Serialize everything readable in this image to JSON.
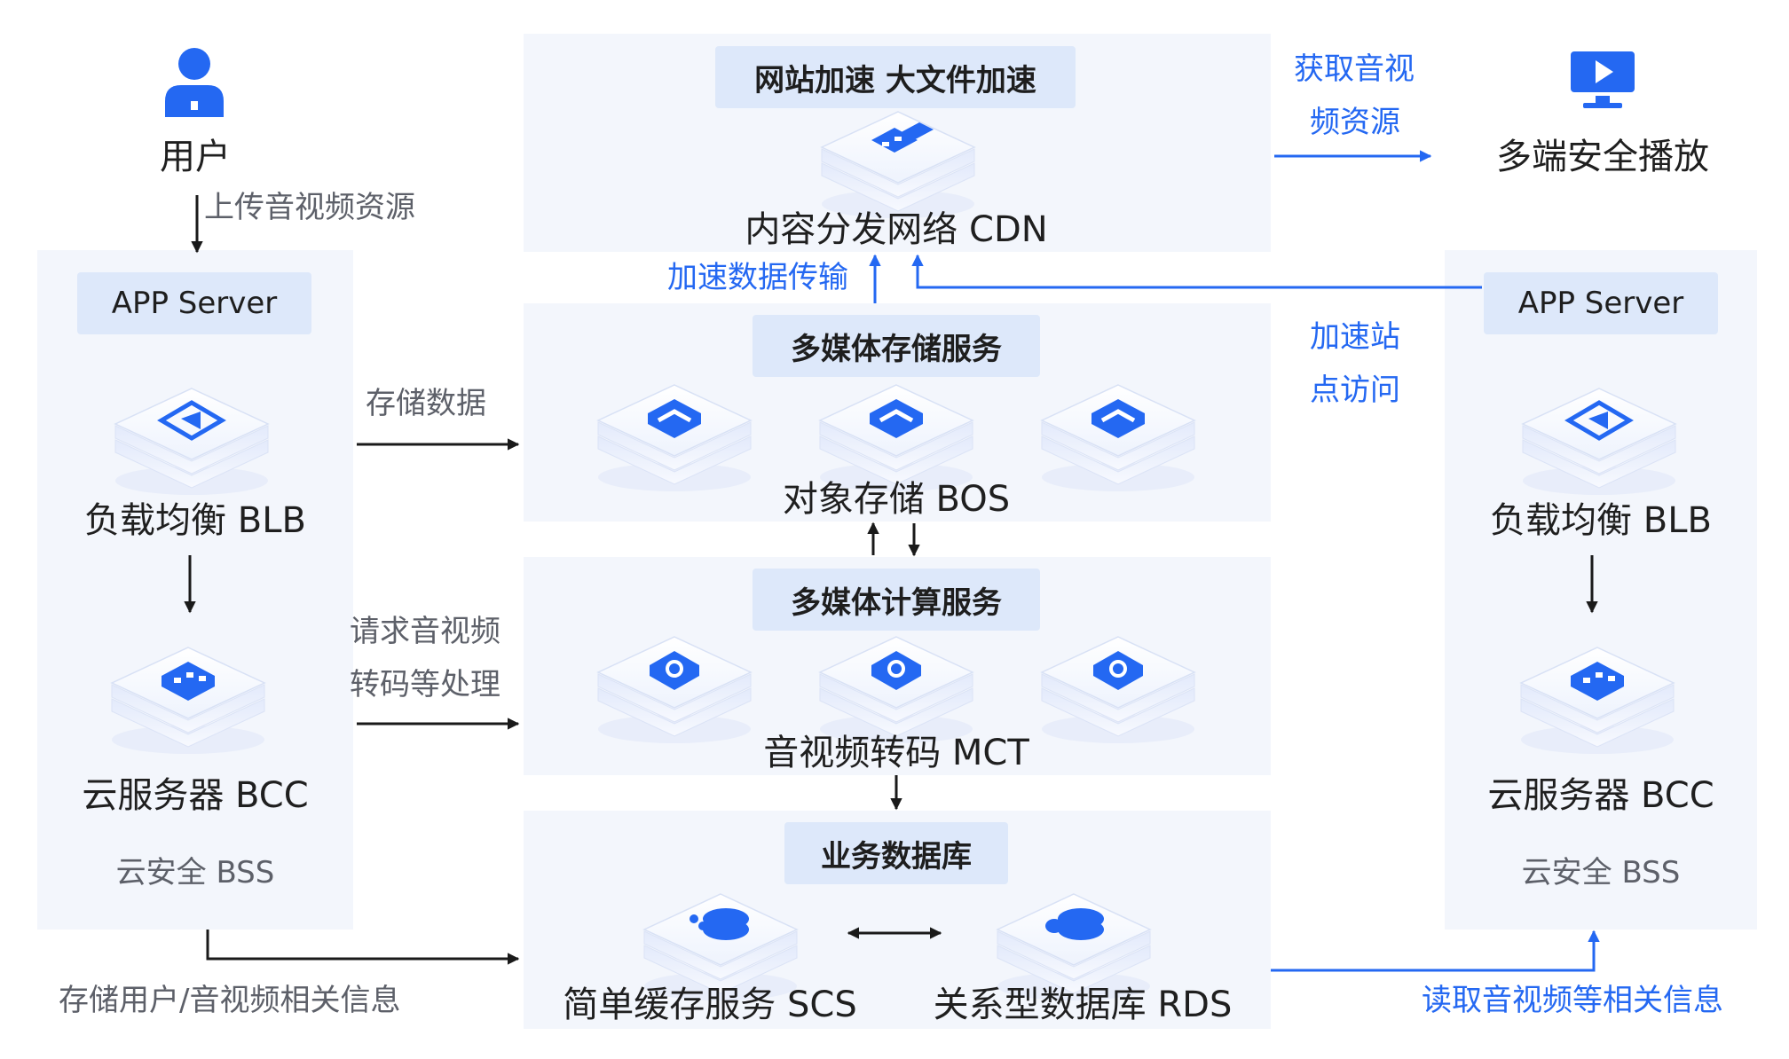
{
  "colors": {
    "accent": "#2468f2",
    "panel": "#f3f6fc",
    "tag": "#dde8fa",
    "arrow_dark": "#1a1a1a"
  },
  "user": {
    "icon": "user-icon",
    "label": "用户"
  },
  "player": {
    "icon": "monitor-play-icon",
    "label": "多端安全播放"
  },
  "notes": {
    "upload": "上传音视频资源",
    "store_data": "存储数据",
    "request_line1": "请求音视频",
    "request_line2": "转码等处理",
    "store_user": "存储用户/音视频相关信息",
    "get_line1": "获取音视",
    "get_line2": "频资源",
    "accel_transfer": "加速数据传输",
    "accel_site_line1": "加速站",
    "accel_site_line2": "点访问",
    "read_info": "读取音视频等相关信息"
  },
  "left": {
    "header": "APP Server",
    "blb_label": "负载均衡 BLB",
    "bcc_label": "云服务器 BCC",
    "bss_label": "云安全 BSS"
  },
  "right": {
    "header": "APP Server",
    "blb_label": "负载均衡 BLB",
    "bcc_label": "云服务器 BCC",
    "bss_label": "云安全 BSS"
  },
  "cdn": {
    "header": "网站加速 大文件加速",
    "label": "内容分发网络 CDN",
    "icon": "cdn-network-icon"
  },
  "storage": {
    "header": "多媒体存储服务",
    "label": "对象存储 BOS",
    "icon": "object-storage-icon"
  },
  "compute": {
    "header": "多媒体计算服务",
    "label": "音视频转码 MCT",
    "icon": "transcode-icon"
  },
  "database": {
    "header": "业务数据库",
    "scs_label": "简单缓存服务 SCS",
    "rds_label": "关系型数据库 RDS"
  }
}
